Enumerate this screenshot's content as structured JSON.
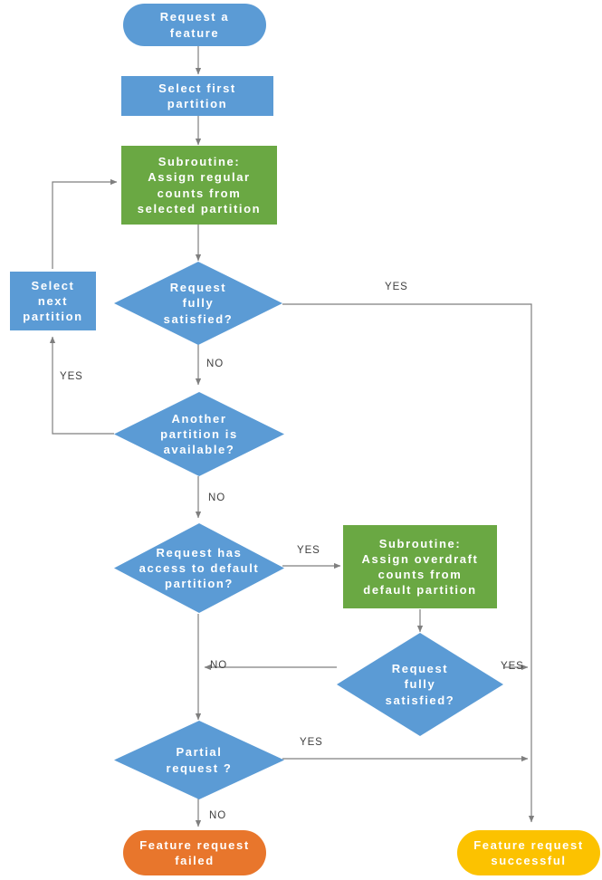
{
  "diagram": {
    "title": "Feature request allocation flowchart",
    "colors": {
      "blue": "#5b9bd5",
      "green": "#6aa843",
      "orange": "#e8762c",
      "yellow": "#fcc200",
      "edge": "#7f7f7f",
      "edge_label": "#404040",
      "background": "#ffffff"
    },
    "nodes": [
      {
        "id": "start",
        "shape": "terminator",
        "color": "#5b9bd5",
        "label": "Request a feature",
        "lines": [
          "Request a",
          "feature"
        ]
      },
      {
        "id": "select-first-partition",
        "shape": "process",
        "color": "#5b9bd5",
        "label": "Select first partition",
        "lines": [
          "Select first",
          "partition"
        ]
      },
      {
        "id": "subroutine-regular-counts",
        "shape": "subroutine",
        "color": "#6aa843",
        "label": "Subroutine: Assign regular counts from selected partition",
        "lines": [
          "Subroutine:",
          "Assign regular",
          "counts from",
          "selected partition"
        ]
      },
      {
        "id": "decision-request-fully-satisfied-1",
        "shape": "decision",
        "color": "#5b9bd5",
        "label": "Request fully satisfied?",
        "lines": [
          "Request",
          "fully",
          "satisfied?"
        ]
      },
      {
        "id": "select-next-partition",
        "shape": "process",
        "color": "#5b9bd5",
        "label": "Select next partition",
        "lines": [
          "Select",
          "next",
          "partition"
        ]
      },
      {
        "id": "decision-another-partition-available",
        "shape": "decision",
        "color": "#5b9bd5",
        "label": "Another partition is available?",
        "lines": [
          "Another",
          "partition is",
          "available?"
        ]
      },
      {
        "id": "decision-access-default-partition",
        "shape": "decision",
        "color": "#5b9bd5",
        "label": "Request has access to default partition?",
        "lines": [
          "Request has",
          "access to default",
          "partition?"
        ]
      },
      {
        "id": "subroutine-overdraft-counts",
        "shape": "subroutine",
        "color": "#6aa843",
        "label": "Subroutine: Assign overdraft counts from default partition",
        "lines": [
          "Subroutine:",
          "Assign overdraft",
          "counts from",
          "default partition"
        ]
      },
      {
        "id": "decision-request-fully-satisfied-2",
        "shape": "decision",
        "color": "#5b9bd5",
        "label": "Request fully satisfied?",
        "lines": [
          "Request",
          "fully",
          "satisfied?"
        ]
      },
      {
        "id": "decision-partial-request",
        "shape": "decision",
        "color": "#5b9bd5",
        "label": "Partial request ?",
        "lines": [
          "Partial",
          "request ?"
        ]
      },
      {
        "id": "end-failed",
        "shape": "terminator",
        "color": "#e8762c",
        "label": "Feature request failed",
        "lines": [
          "Feature request",
          "failed"
        ]
      },
      {
        "id": "end-successful",
        "shape": "terminator",
        "color": "#fcc200",
        "label": "Feature request successful",
        "lines": [
          "Feature request",
          "successful"
        ]
      }
    ],
    "edge_labels": [
      {
        "id": "yes-fully-satisfied-1",
        "text": "YES"
      },
      {
        "id": "no-fully-satisfied-1",
        "text": "NO"
      },
      {
        "id": "yes-another-partition",
        "text": "YES"
      },
      {
        "id": "no-another-partition",
        "text": "NO"
      },
      {
        "id": "yes-access-default",
        "text": "YES"
      },
      {
        "id": "no-fully-satisfied-2",
        "text": "NO"
      },
      {
        "id": "yes-fully-satisfied-2",
        "text": "YES"
      },
      {
        "id": "yes-partial-request",
        "text": "YES"
      },
      {
        "id": "no-partial-request",
        "text": "NO"
      }
    ]
  }
}
